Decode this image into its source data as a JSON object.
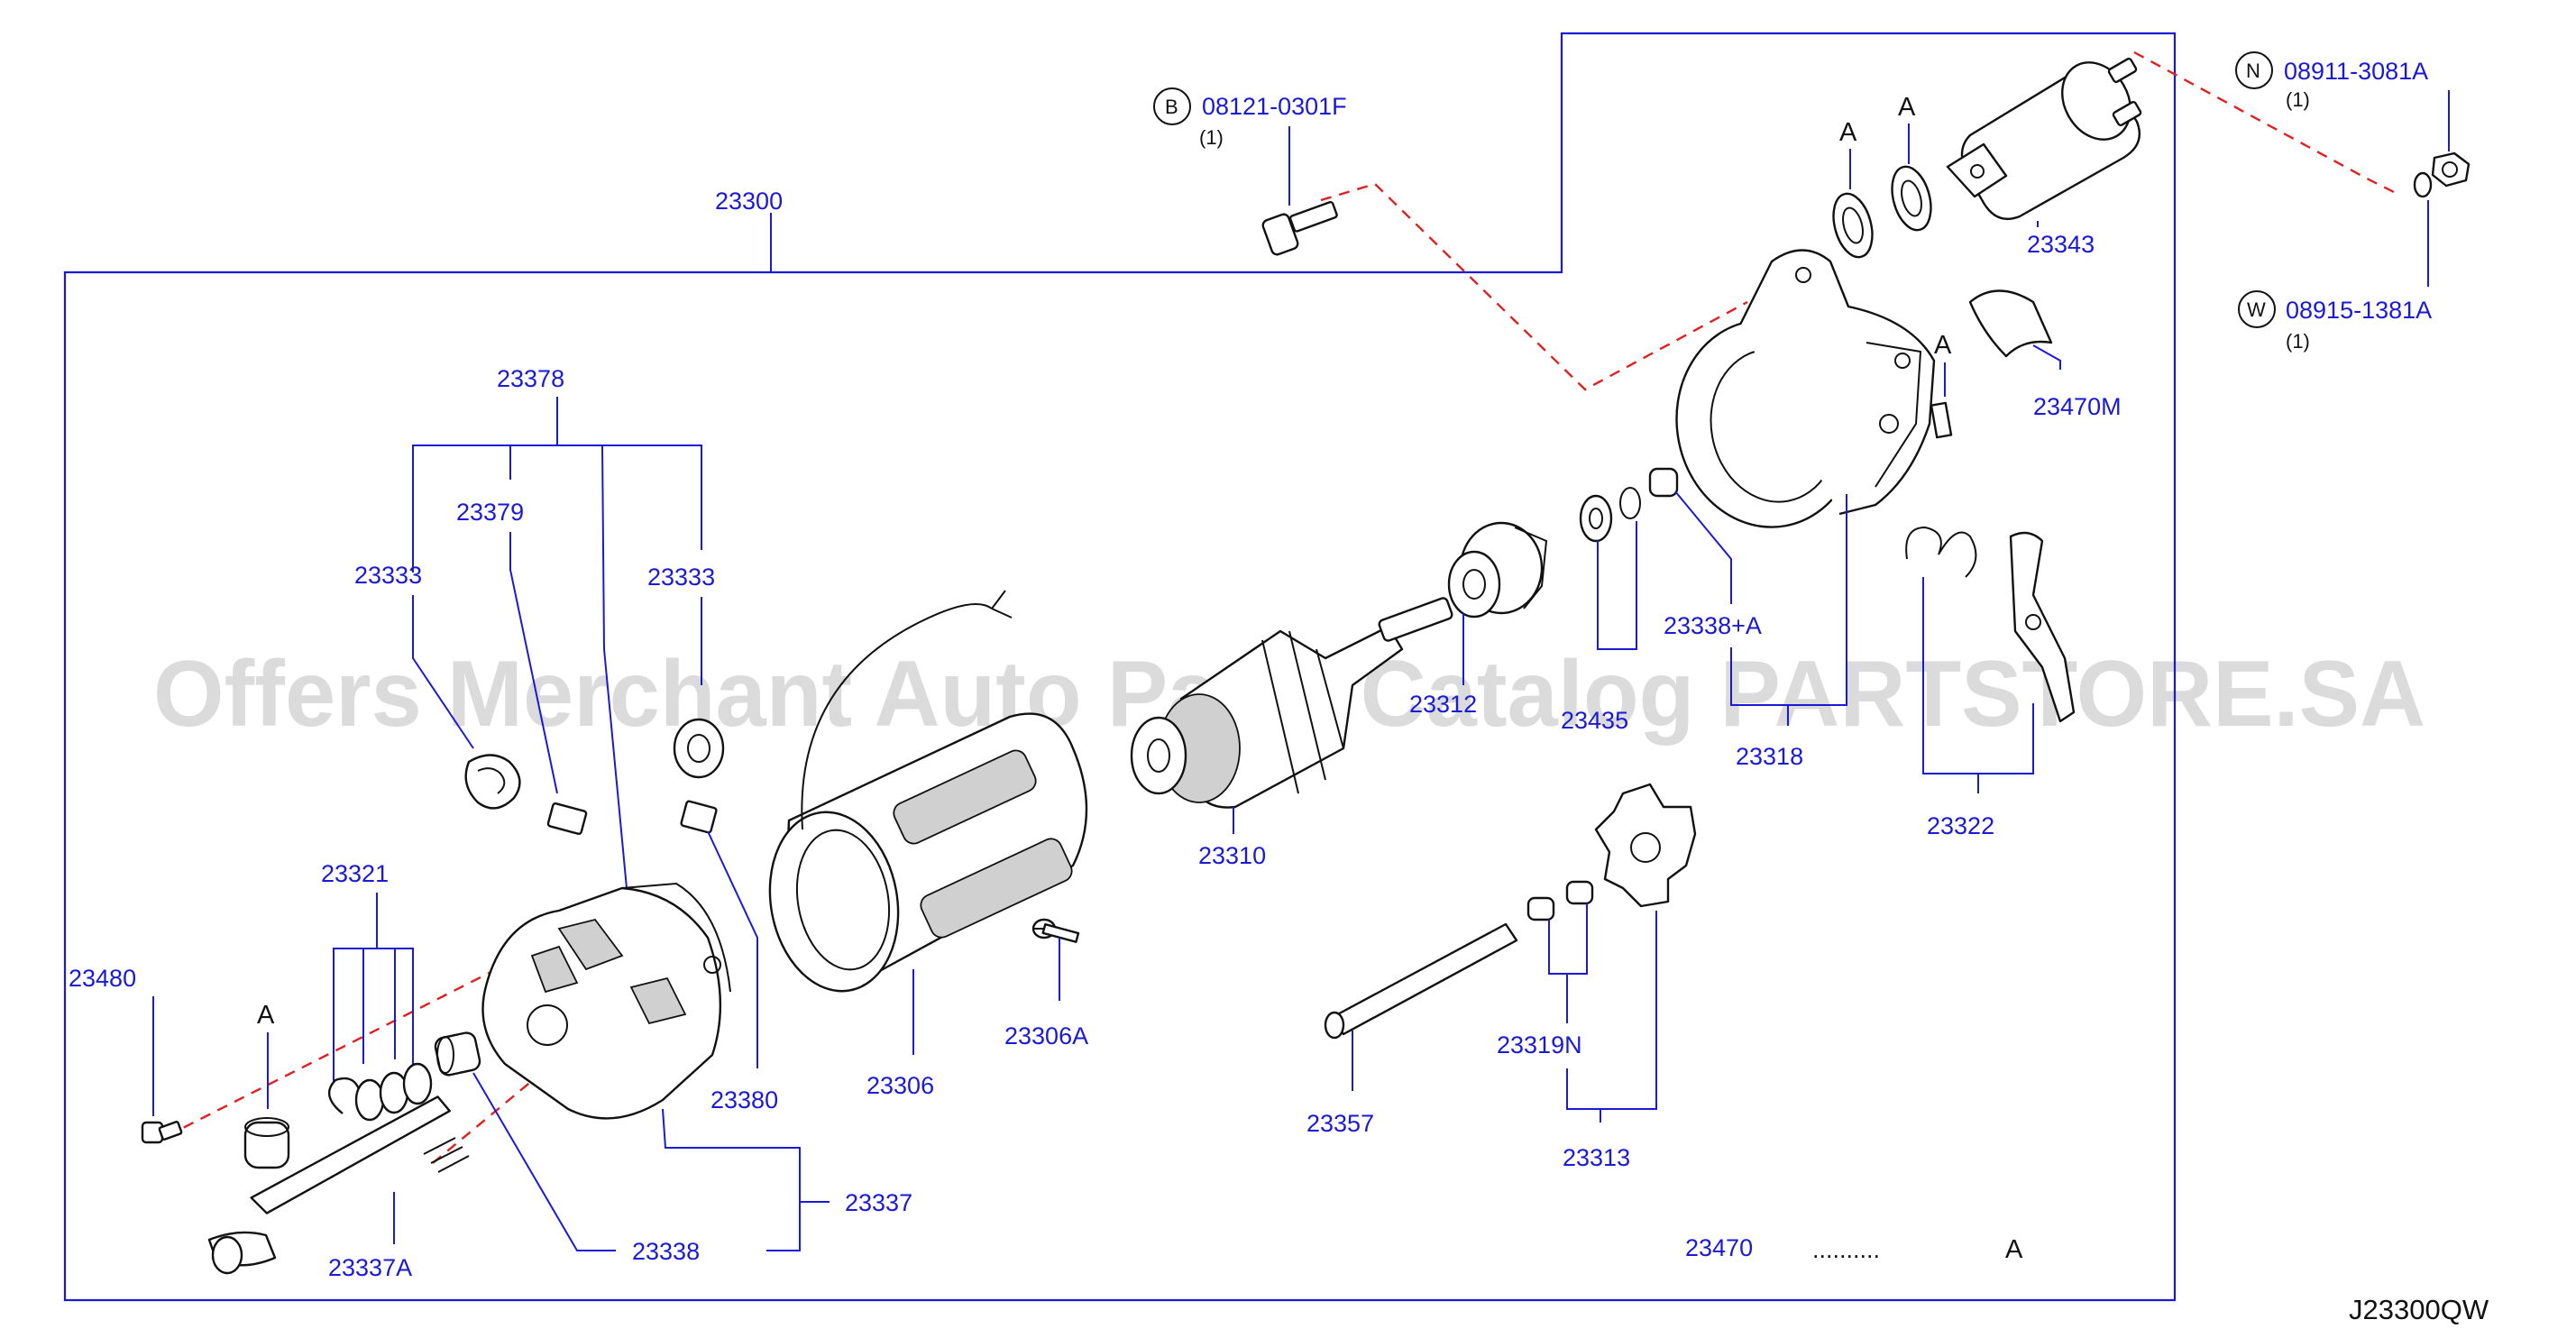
{
  "diagram_code": "J23300QW",
  "watermark": "Offers Merchant Auto Parts Catalog PARTSTORE.SA",
  "assembly": {
    "number": "23300"
  },
  "parts": {
    "p23343": "23343",
    "p23470M": "23470M",
    "p23378": "23378",
    "p23379": "23379",
    "p23333a": "23333",
    "p23333b": "23333",
    "p23312": "23312",
    "p23435": "23435",
    "p23338A": "23338+A",
    "p23318": "23318",
    "p23322": "23322",
    "p23310": "23310",
    "p23321": "23321",
    "p23480": "23480",
    "p23380": "23380",
    "p23306": "23306",
    "p23306A": "23306A",
    "p23319N": "23319N",
    "p23357": "23357",
    "p23313": "23313",
    "p23337": "23337",
    "p23338": "23338",
    "p23337A": "23337A"
  },
  "fasteners": {
    "b": {
      "letter": "B",
      "code": "08121-0301F",
      "qty": "(1)"
    },
    "n": {
      "letter": "N",
      "code": "08911-3081A",
      "qty": "(1)"
    },
    "w": {
      "letter": "W",
      "code": "08915-1381A",
      "qty": "(1)"
    }
  },
  "callouts": {
    "a": "A"
  },
  "legend": {
    "number": "23470",
    "dots": "..........",
    "letter": "A"
  }
}
